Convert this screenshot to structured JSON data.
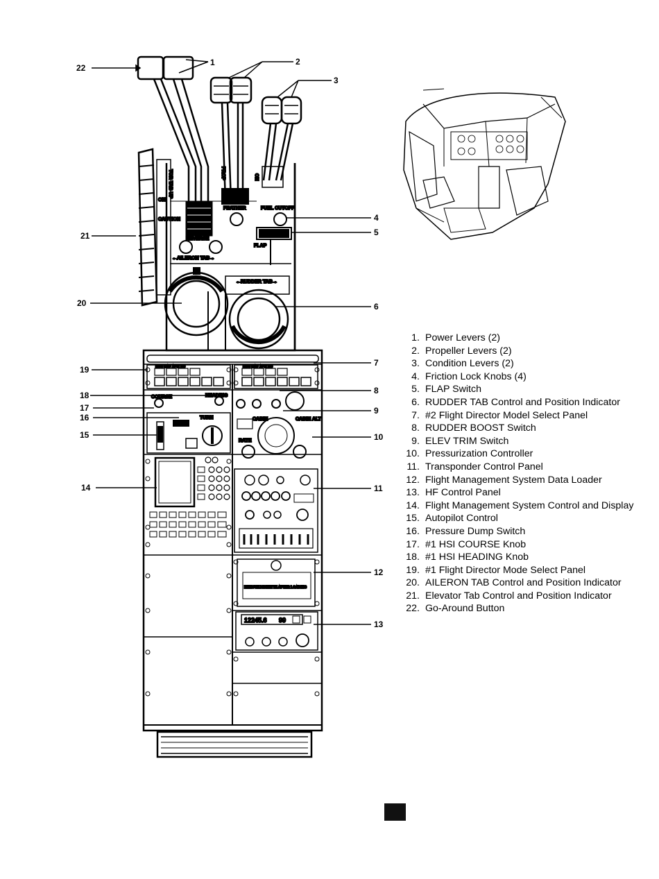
{
  "callouts": [
    "1",
    "2",
    "3",
    "4",
    "5",
    "6",
    "7",
    "8",
    "9",
    "10",
    "11",
    "12",
    "13",
    "14",
    "15",
    "16",
    "17",
    "18",
    "19",
    "20",
    "21",
    "22"
  ],
  "panel_text": {
    "tor_tab_up": "TOR TAB UP",
    "prop": "PROP",
    "on": "ON",
    "on_short": "ON",
    "caution": "CAUTION",
    "reverse": "REVERSE",
    "feather": "FEATHER",
    "fuel_cutoff": "FUEL CUTOFF",
    "flap_button": "FLAP",
    "flap": "FLAP",
    "aileron_tab": "←AILERON TAB→",
    "rudder_tab": "←RUDDER TAB→",
    "heading": "HEADING",
    "course": "COURSE",
    "cabin_alt": "CABIN ALT",
    "cabin": "CABIN",
    "cabin_alt_right": "CABIN ALT",
    "rate": "RATE",
    "turn": "TURN",
    "remove_diskette": "REMOVE DISKETTE AFTER LOADING",
    "hf_freq": "12245.6",
    "hf_chan": "99",
    "hdg_nav_apr_bc_1": "HDG NAV APR BC",
    "hdg_nav_apr_bc_2": "HDG NAV APR BC"
  },
  "legend": [
    {
      "num": "1.",
      "text": "Power Levers (2)"
    },
    {
      "num": "2.",
      "text": "Propeller Levers (2)"
    },
    {
      "num": "3.",
      "text": "Condition Levers (2)"
    },
    {
      "num": "4.",
      "text": "Friction Lock Knobs (4)"
    },
    {
      "num": "5.",
      "text": "FLAP Switch"
    },
    {
      "num": "6.",
      "text": "RUDDER TAB Control and Position Indicator"
    },
    {
      "num": "7.",
      "text": "#2 Flight Director Model Select Panel"
    },
    {
      "num": "8.",
      "text": "RUDDER BOOST Switch"
    },
    {
      "num": "9.",
      "text": "ELEV TRIM Switch"
    },
    {
      "num": "10.",
      "text": "Pressurization Controller"
    },
    {
      "num": "11.",
      "text": "Transponder Control Panel"
    },
    {
      "num": "12.",
      "text": "Flight Management System Data Loader"
    },
    {
      "num": "13.",
      "text": "HF Control Panel"
    },
    {
      "num": "14.",
      "text": "Flight Management System Control and Display"
    },
    {
      "num": "15.",
      "text": "Autopilot Control"
    },
    {
      "num": "16.",
      "text": "Pressure Dump Switch"
    },
    {
      "num": "17.",
      "text": "#1 HSI COURSE Knob"
    },
    {
      "num": "18.",
      "text": "#1 HSI HEADING Knob"
    },
    {
      "num": "19.",
      "text": "#1 Flight Director Mode Select Panel"
    },
    {
      "num": "20.",
      "text": "AILERON TAB Control and Position Indicator"
    },
    {
      "num": "21.",
      "text": "Elevator Tab Control and Position Indicator"
    },
    {
      "num": "22.",
      "text": "Go-Around Button"
    }
  ]
}
